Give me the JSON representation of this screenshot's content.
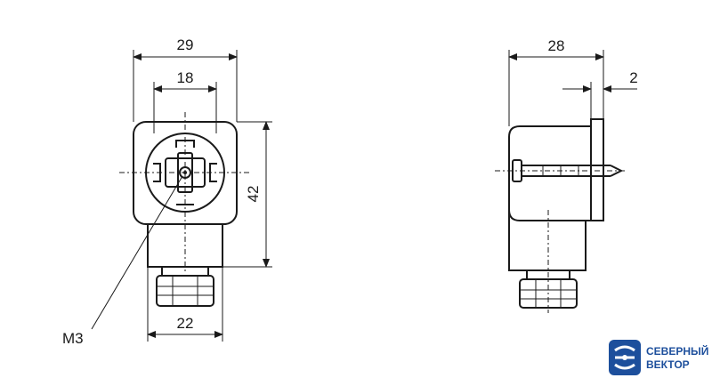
{
  "dimensions": {
    "front_total_width": "29",
    "front_inner_width": "18",
    "front_height": "42",
    "front_bottom_width": "22",
    "side_depth": "28",
    "side_flange": "2"
  },
  "callout": {
    "thread_label": "M3"
  },
  "logo": {
    "line1": "СЕВЕРНЫЙ",
    "line2": "ВЕКТОР",
    "color": "#1d4f9c"
  }
}
